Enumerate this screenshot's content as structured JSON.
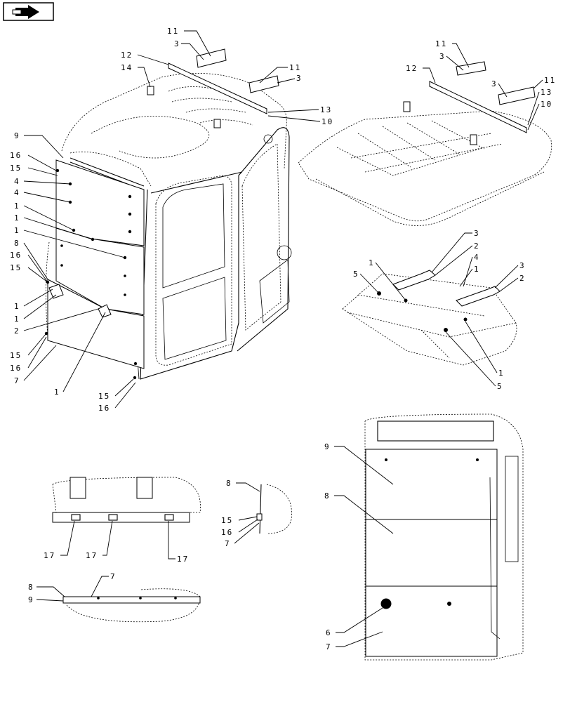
{
  "nav": {
    "icon": "forward-arrow-icon"
  },
  "callouts": {
    "cab": [
      "11",
      "3",
      "12",
      "14",
      "11",
      "3",
      "13",
      "10",
      "9",
      "16",
      "15",
      "4",
      "4",
      "1",
      "1",
      "1",
      "8",
      "16",
      "15",
      "1",
      "1",
      "2",
      "15",
      "16",
      "7",
      "1",
      "15",
      "16"
    ],
    "roof": [
      "11",
      "3",
      "12",
      "3",
      "11",
      "13",
      "10"
    ],
    "roof_detail": [
      "3",
      "2",
      "1",
      "4",
      "1",
      "5",
      "3",
      "2",
      "1",
      "5"
    ],
    "front_detail": [
      "17",
      "17",
      "17"
    ],
    "side_detail": [
      "8",
      "15",
      "16",
      "7"
    ],
    "bottom_detail": [
      "8",
      "9",
      "7"
    ],
    "rear_view": [
      "9",
      "8",
      "6",
      "7"
    ]
  }
}
